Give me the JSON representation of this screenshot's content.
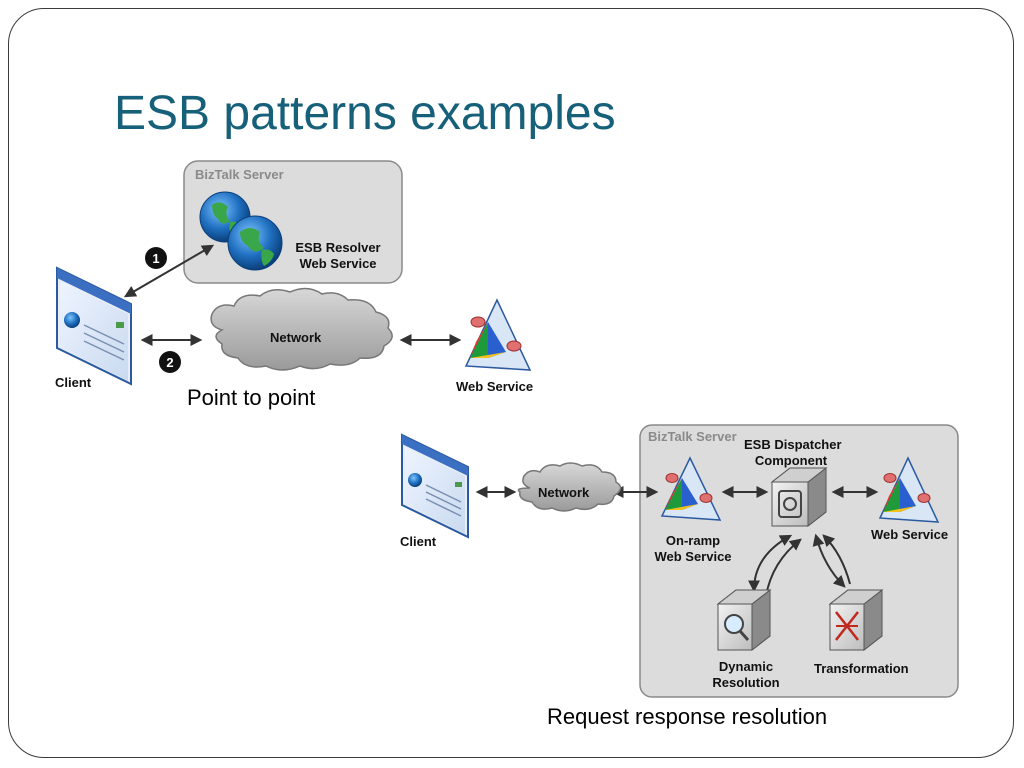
{
  "slide": {
    "title": "ESB patterns examples"
  },
  "diagram1": {
    "caption": "Point to point",
    "server_label": "BizTalk Server",
    "resolver_label_1": "ESB Resolver",
    "resolver_label_2": "Web Service",
    "client_label": "Client",
    "network_label": "Network",
    "web_service_label": "Web Service",
    "step1": "1",
    "step2": "2"
  },
  "diagram2": {
    "caption": "Request response resolution",
    "server_label": "BizTalk Server",
    "client_label": "Client",
    "network_label": "Network",
    "onramp_label_1": "On-ramp",
    "onramp_label_2": "Web Service",
    "dispatcher_label_1": "ESB Dispatcher",
    "dispatcher_label_2": "Component",
    "web_service_label": "Web Service",
    "dynamic_label_1": "Dynamic",
    "dynamic_label_2": "Resolution",
    "transformation_label": "Transformation"
  }
}
